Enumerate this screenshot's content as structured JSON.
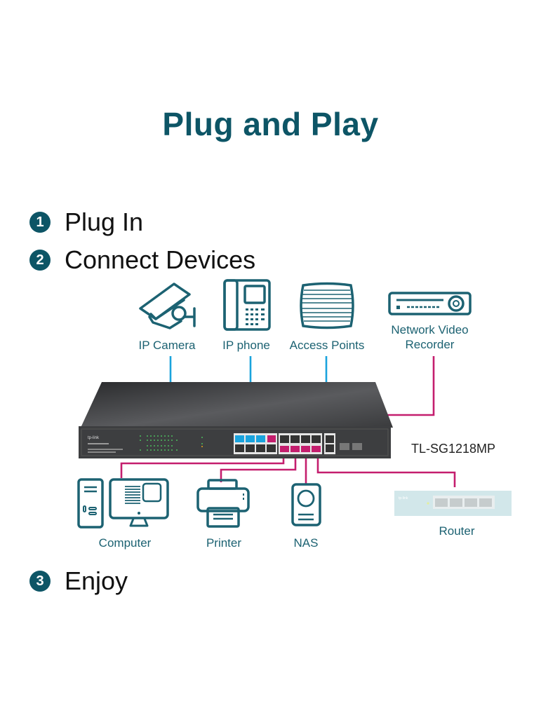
{
  "title": "Plug and Play",
  "steps": [
    {
      "number": "1",
      "label": "Plug In"
    },
    {
      "number": "2",
      "label": "Connect Devices"
    },
    {
      "number": "3",
      "label": "Enjoy"
    }
  ],
  "switch": {
    "model": "TL-SG1218MP",
    "brand": "tp-link"
  },
  "poe_devices": [
    {
      "name": "IP Camera",
      "icon": "ip-camera-icon",
      "link_color": "#1aa3dd"
    },
    {
      "name": "IP phone",
      "icon": "ip-phone-icon",
      "link_color": "#1aa3dd"
    },
    {
      "name": "Access Points",
      "icon": "access-point-icon",
      "link_color": "#1aa3dd"
    },
    {
      "name": "Network Video Recorder",
      "name_line1": "Network Video",
      "name_line2": "Recorder",
      "icon": "nvr-icon",
      "link_color": "#c41e6e"
    }
  ],
  "lan_devices": [
    {
      "name": "Computer",
      "icon": "computer-icon",
      "link_color": "#c41e6e"
    },
    {
      "name": "Printer",
      "icon": "printer-icon",
      "link_color": "#c41e6e"
    },
    {
      "name": "NAS",
      "icon": "nas-icon",
      "link_color": "#c41e6e"
    },
    {
      "name": "Router",
      "icon": "router-icon",
      "link_color": "#c41e6e"
    }
  ],
  "colors": {
    "brand": "#0d5566",
    "poe_link": "#1aa3dd",
    "data_link": "#c41e6e",
    "icon_stroke": "#1c6272"
  }
}
